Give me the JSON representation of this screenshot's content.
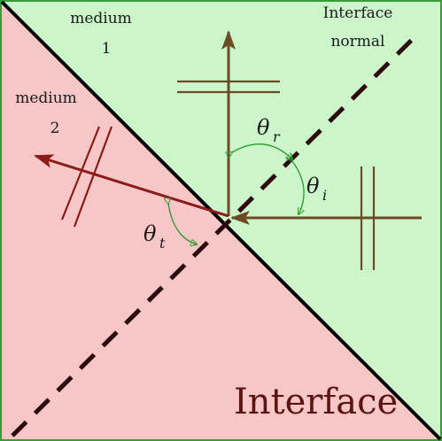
{
  "labels": {
    "medium1_line1": "medium",
    "medium1_line2": "1",
    "medium2_line1": "medium",
    "medium2_line2": "2",
    "normal_line1": "Interface",
    "normal_line2": "normal",
    "interface": "Interface",
    "theta_r": "θ",
    "theta_r_sub": "r",
    "theta_i": "θ",
    "theta_i_sub": "i",
    "theta_t": "θ",
    "theta_t_sub": "t"
  },
  "colors": {
    "medium1_fill": "#ccf5cc",
    "medium2_fill": "#f7c6c6",
    "border": "#3a9a3a",
    "interface_line": "#000000",
    "normal_line": "#2b0b0b",
    "incident_reflected": "#6b4a24",
    "transmitted": "#8b1a1a",
    "angle_arc": "#2a9a2a"
  }
}
